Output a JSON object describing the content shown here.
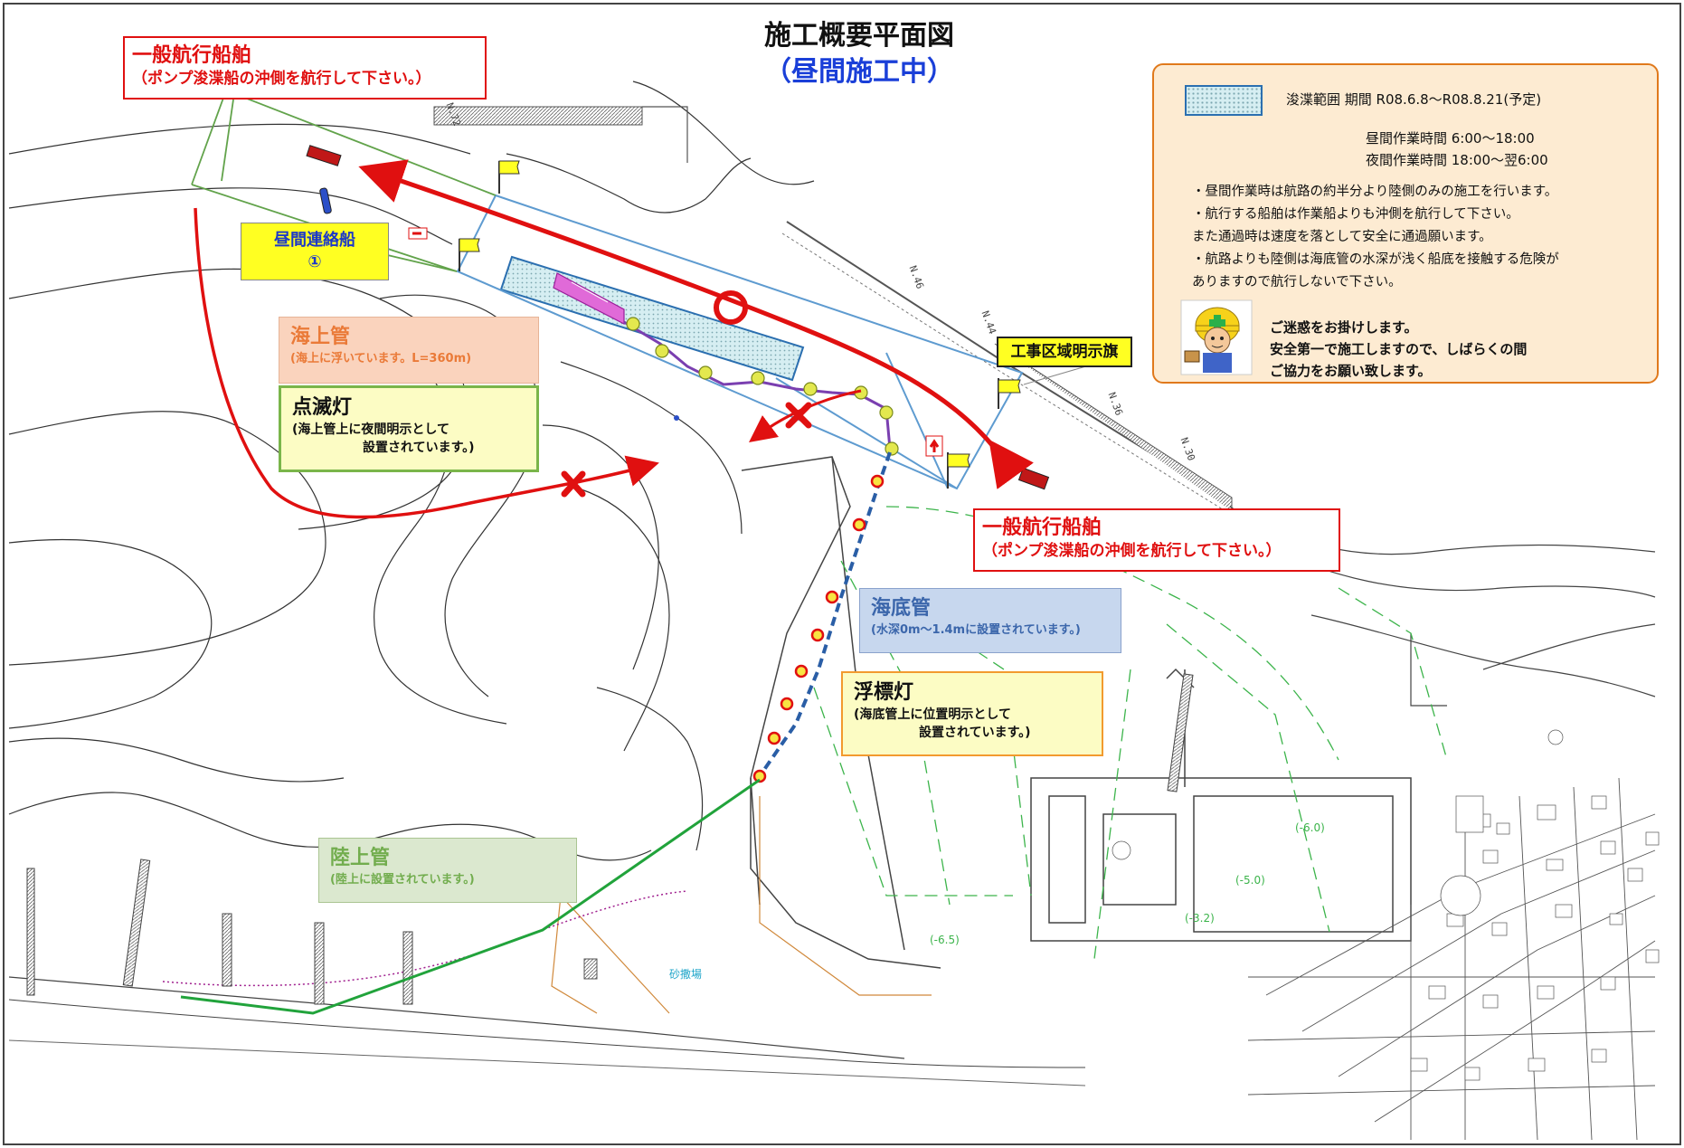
{
  "title": "施工概要平面図",
  "subtitle": "（昼間施工中）",
  "warning_top": {
    "heading": "一般航行船舶",
    "sub": "（ポンプ浚渫船の沖側を航行して下さい。）"
  },
  "warning_right": {
    "heading": "一般航行船舶",
    "sub": "（ポンプ浚渫船の沖側を航行して下さい。）"
  },
  "day_contact_ship": {
    "line1": "昼間連絡船",
    "line2": "①"
  },
  "work_zone_flag_label": "工事区域明示旗",
  "surface_pipe": {
    "heading": "海上管",
    "sub": "(海上に浮いています。L=360m)"
  },
  "blinking_light": {
    "heading": "点滅灯",
    "line1": "(海上管上に夜間明示として",
    "line2": "設置されています。)"
  },
  "seabed_pipe": {
    "heading": "海底管",
    "sub": "(水深0m～1.4mに設置されています。)"
  },
  "buoy_light": {
    "heading": "浮標灯",
    "line1": "(海底管上に位置明示として",
    "line2": "設置されています。)"
  },
  "land_pipe": {
    "heading": "陸上管",
    "sub": "(陸上に設置されています。)"
  },
  "info": {
    "legend_text": "浚渫範囲  期間 R08.6.8～R08.8.21(予定)",
    "day_hours": "昼間作業時間  6:00～18:00",
    "night_hours": "夜間作業時間 18:00～翌6:00",
    "notes": [
      "・昼間作業時は航路の約半分より陸側のみの施工を行います。",
      "・航行する船舶は作業船よりも沖側を航行して下さい。\n   また通過時は速度を落として安全に通過願います。",
      "・航路よりも陸側は海底管の水深が浅く船底を接触する危険が\n   ありますので航行しないで下さい。"
    ],
    "closing": [
      "ご迷惑をお掛けします。",
      "安全第一で施工しますので、しばらくの間",
      "ご協力をお願い致します。"
    ]
  },
  "depth_labels": [
    "(-6.0)",
    "(-5.0)",
    "(-3.2)",
    "(-6.5)"
  ],
  "area_label": "砂撒場",
  "colors": {
    "warning_red": "#e01010",
    "title_blue": "#1a3fd8",
    "flag_yellow": "#ffff22",
    "dredge_area_fill": "#d6eef2",
    "dredge_area_border": "#2b6fb0",
    "surface_pipe_purple": "#7a3fb0",
    "land_pipe_green": "#21a33b",
    "seabed_pipe_blue": "#2a5ea6",
    "panel_bg": "#fdebd2",
    "panel_border": "#e0791c"
  }
}
